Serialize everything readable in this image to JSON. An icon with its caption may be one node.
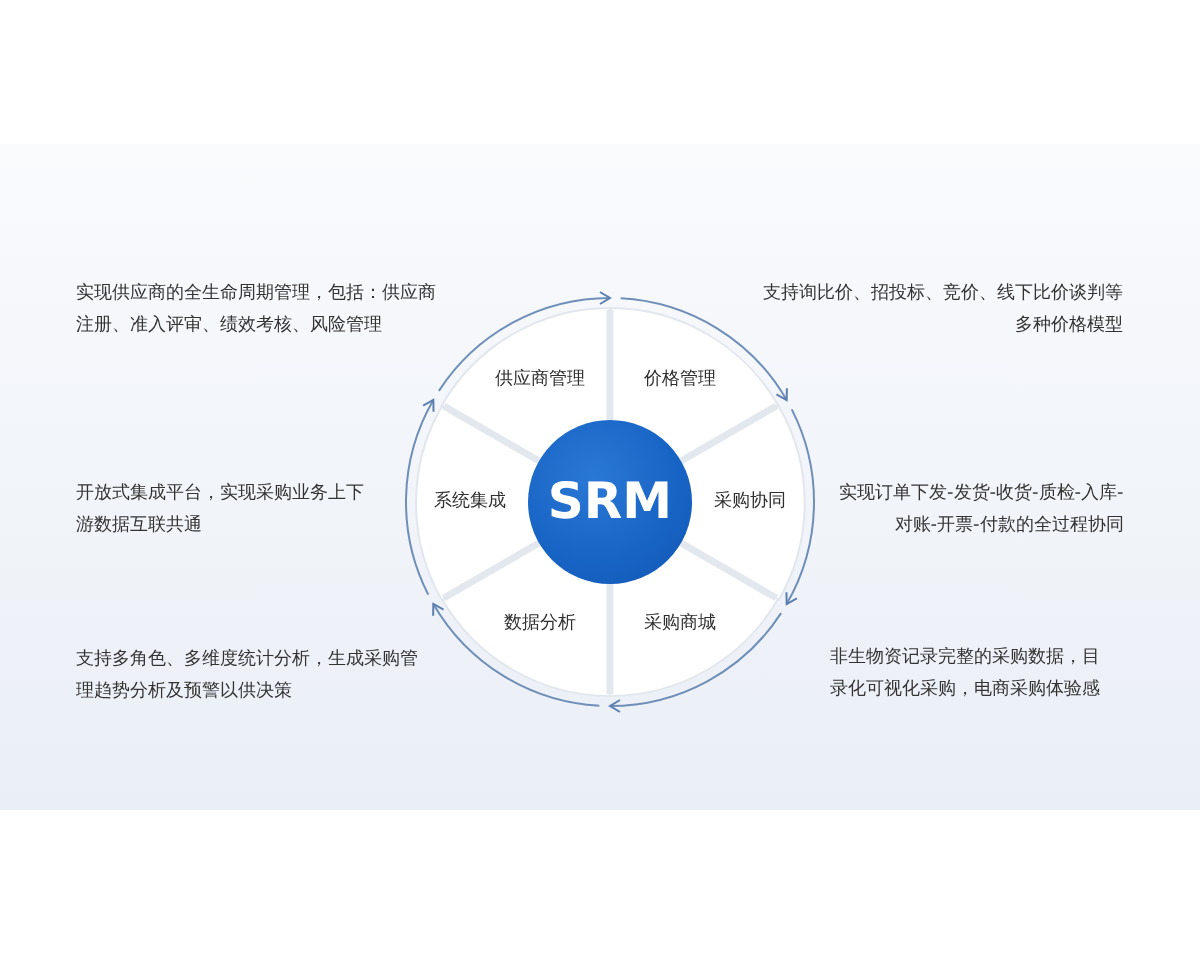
{
  "diagram": {
    "nodes": [
      {
        "text": [
          "SRM"
        ]
      },
      {
        "text": [
          "供应商管理"
        ],
        "beside": [
          "实现供应商的全生命周期管理，包括：供应商注册、准入评审、绩效考核、风险管理"
        ]
      },
      {
        "text": [
          "价格管理"
        ],
        "beside": [
          "支持询比价、招投标、竞价、线下比价谈判等多种价格模型"
        ]
      },
      {
        "text": [
          "采购协同"
        ],
        "beside": [
          "实现订单下发-发货-收货-质检-入库-对账-开票-付款的全过程协同"
        ]
      },
      {
        "text": [
          "采购商城"
        ],
        "beside": [
          "非生物资记录完整的采购数据，目录化可视化采购，电商采购体验感"
        ]
      },
      {
        "text": [
          "数据分析"
        ],
        "beside": [
          "支持多角色、多维度统计分析，生成采购管理趋势分析及预警以供决策"
        ]
      },
      {
        "text": [
          "系统集成"
        ],
        "beside": [
          "开放式集成平台，实现采购业务上下游数据互联共通"
        ]
      }
    ],
    "edges": [
      {
        "from": 1,
        "to": 2,
        "arrow": "to"
      },
      {
        "from": 2,
        "to": 3,
        "arrow": "to"
      },
      {
        "from": 3,
        "to": 4,
        "arrow": "to"
      },
      {
        "from": 4,
        "to": 5,
        "arrow": "to"
      },
      {
        "from": 5,
        "to": 6,
        "arrow": "to"
      },
      {
        "from": 6,
        "to": 1,
        "arrow": "to"
      }
    ]
  }
}
